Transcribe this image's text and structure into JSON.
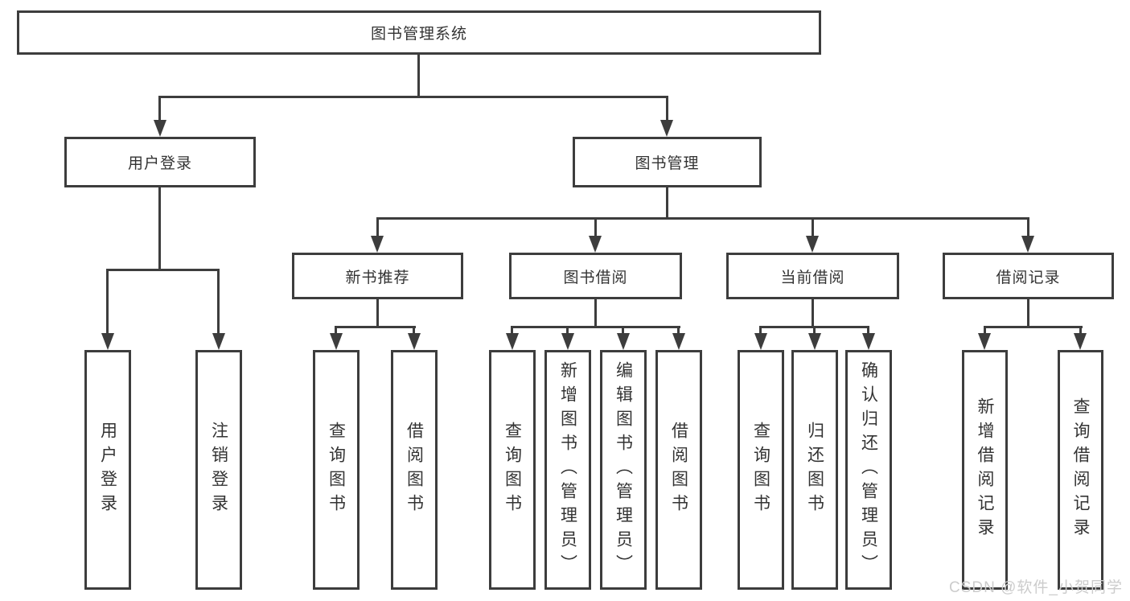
{
  "diagram": {
    "root_label": "图书管理系统",
    "login": {
      "label": "用户登录",
      "children": [
        "用户登录",
        "注销登录"
      ]
    },
    "mgmt": {
      "label": "图书管理",
      "sections": [
        {
          "label": "新书推荐",
          "children": [
            "查询图书",
            "借阅图书"
          ]
        },
        {
          "label": "图书借阅",
          "children": [
            "查询图书",
            "新增图书（管理员）",
            "编辑图书（管理员）",
            "借阅图书"
          ]
        },
        {
          "label": "当前借阅",
          "children": [
            "查询图书",
            "归还图书",
            "确认归还（管理员）"
          ]
        },
        {
          "label": "借阅记录",
          "children": [
            "新增借阅记录",
            "查询借阅记录"
          ]
        }
      ]
    },
    "watermark": "CSDN @软件_小贺同学",
    "colors": {
      "line": "#3d3d3d",
      "text": "#333333",
      "watermark": "#cccccc"
    }
  }
}
